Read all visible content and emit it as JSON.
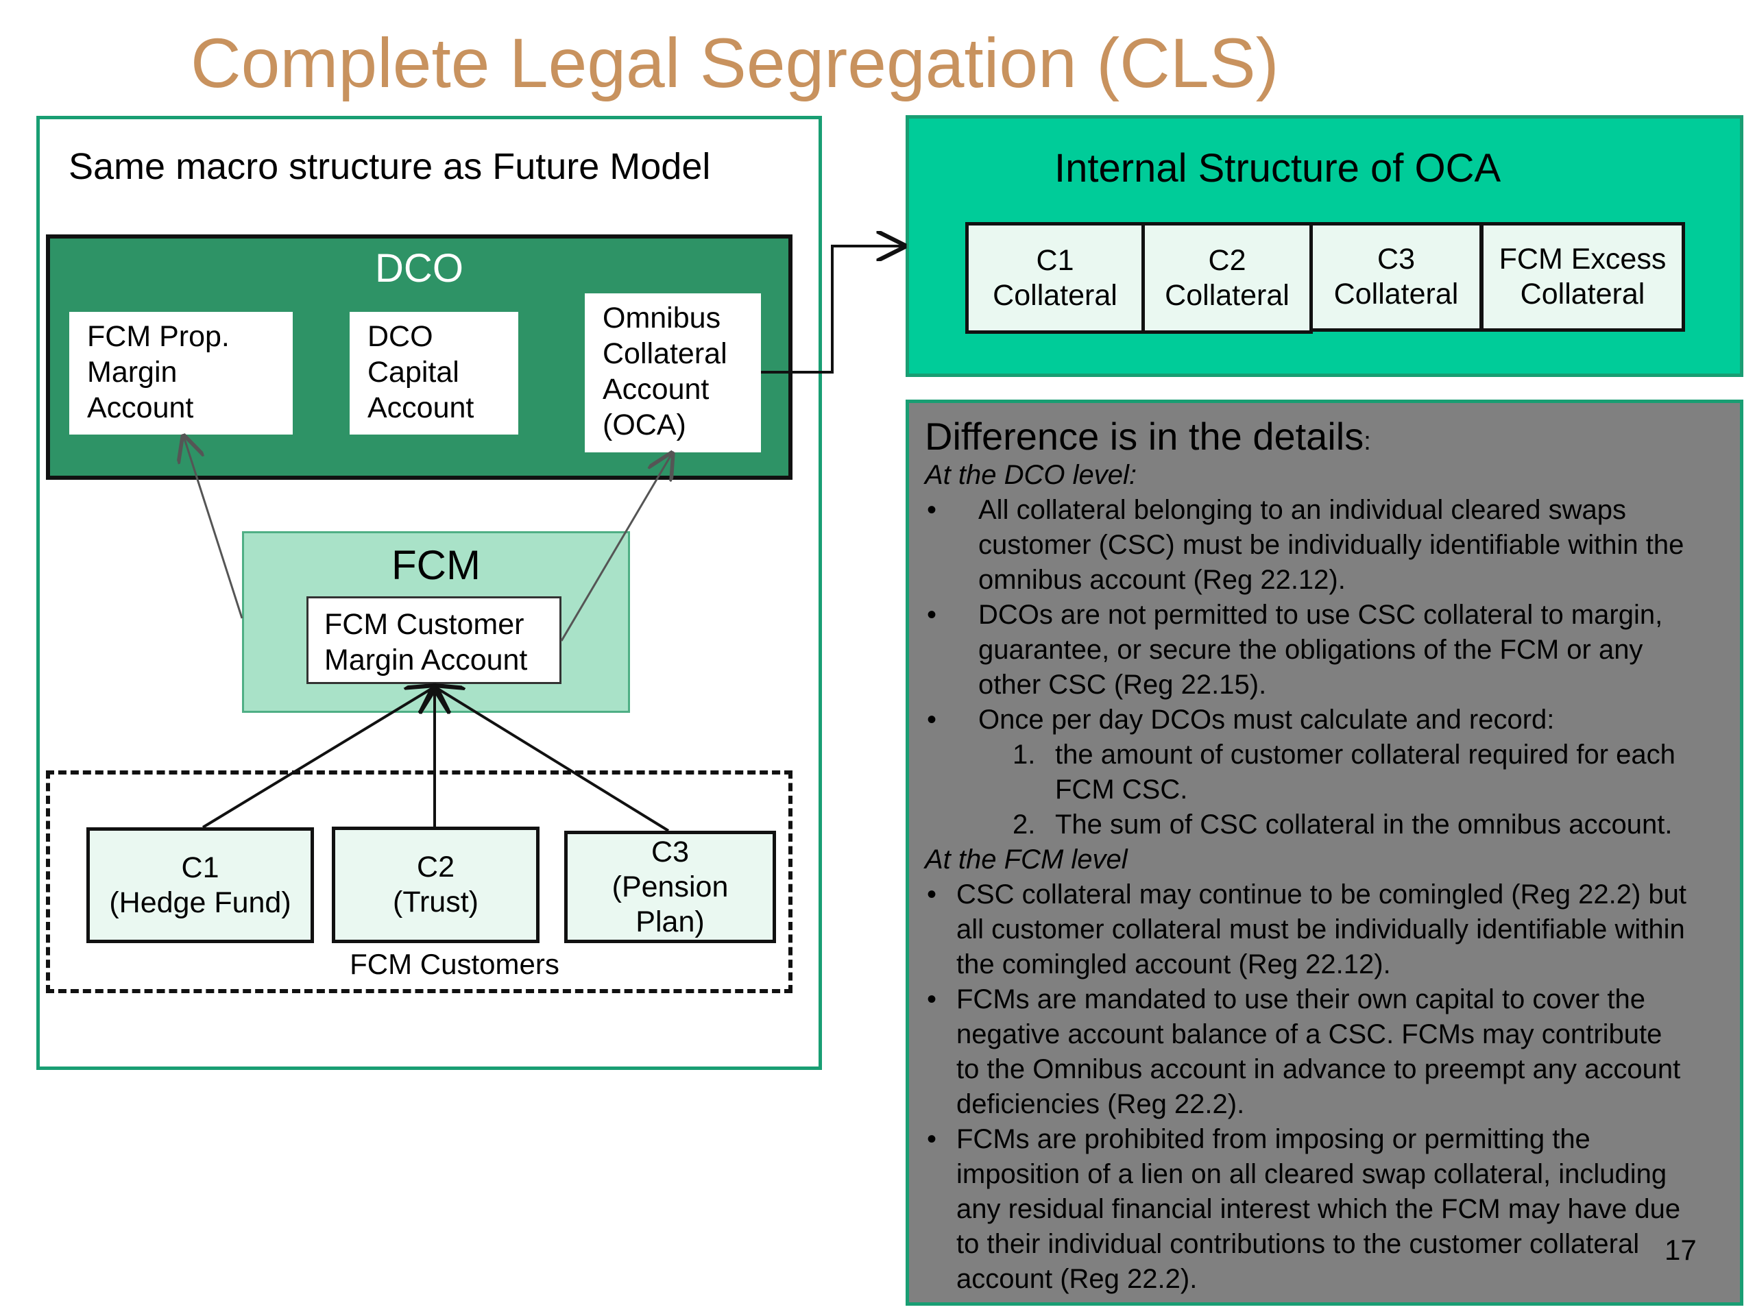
{
  "title": "Complete Legal Segregation (CLS)",
  "left_panel": {
    "subtitle": "Same macro structure as Future Model",
    "dco": {
      "label": "DCO",
      "accounts": [
        {
          "lines": [
            "FCM Prop.",
            "Margin",
            "Account"
          ]
        },
        {
          "lines": [
            "DCO",
            "Capital",
            "Account"
          ]
        },
        {
          "lines": [
            "Omnibus",
            "Collateral",
            "Account",
            "(OCA)"
          ]
        }
      ]
    },
    "fcm": {
      "label": "FCM",
      "customer_margin_account": [
        "FCM Customer",
        "Margin Account"
      ]
    },
    "customers": {
      "label": "FCM Customers",
      "items": [
        {
          "lines": [
            "C1",
            "(Hedge Fund)"
          ]
        },
        {
          "lines": [
            "C2",
            "(Trust)"
          ]
        },
        {
          "lines": [
            "C3",
            "(Pension",
            "Plan)"
          ]
        }
      ]
    }
  },
  "oca_panel": {
    "title": "Internal Structure of OCA",
    "cells": [
      {
        "lines": [
          "C1",
          "Collateral"
        ]
      },
      {
        "lines": [
          "C2",
          "Collateral"
        ]
      },
      {
        "lines": [
          "C3",
          "Collateral"
        ]
      },
      {
        "lines": [
          "FCM Excess",
          "Collateral"
        ]
      }
    ]
  },
  "details_panel": {
    "heading": "Difference is in the details",
    "heading_colon": ":",
    "dco_level": {
      "subheading": "At the DCO level:",
      "bullet_symbol": "•",
      "bullets": [
        [
          "All collateral belonging to an individual cleared swaps",
          "customer (CSC) must be individually identifiable within the",
          "omnibus account (Reg 22.12)."
        ],
        [
          "DCOs are not permitted to use CSC collateral to margin,",
          "guarantee, or secure the obligations of the FCM or any",
          "other CSC (Reg 22.15)."
        ],
        [
          "Once per day DCOs must calculate and record:"
        ]
      ],
      "numbered": [
        {
          "num": "1.",
          "lines": [
            "the amount of customer collateral required for each",
            "FCM CSC."
          ]
        },
        {
          "num": "2.",
          "lines": [
            "The sum of CSC collateral in the omnibus account."
          ]
        }
      ]
    },
    "fcm_level": {
      "subheading": "At the FCM level",
      "bullet_symbol": "•",
      "bullets": [
        [
          "CSC collateral may continue to be comingled (Reg 22.2) but",
          "all customer collateral must be individually identifiable within",
          "the comingled account (Reg 22.12)."
        ],
        [
          "FCMs are mandated to use their own capital to cover the",
          "negative account balance of a CSC. FCMs may contribute",
          "to the Omnibus account in advance to preempt any account",
          "deficiencies (Reg 22.2)."
        ],
        [
          "FCMs are prohibited from imposing or permitting the",
          "imposition of a lien on all cleared swap collateral, including",
          "any residual financial interest which the FCM may have due",
          "to their individual contributions to the customer collateral",
          "account (Reg 22.2)."
        ]
      ]
    }
  },
  "page_number": "17"
}
